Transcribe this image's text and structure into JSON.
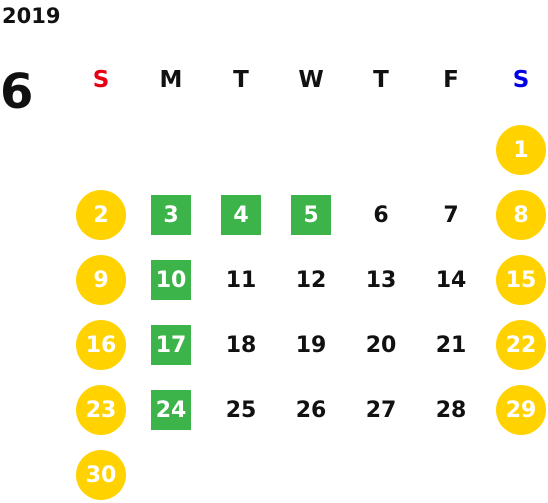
{
  "calendar": {
    "year": "2019",
    "month": "6",
    "weekdays": [
      {
        "label": "S",
        "color": "#e60012"
      },
      {
        "label": "M",
        "color": "#111111"
      },
      {
        "label": "T",
        "color": "#111111"
      },
      {
        "label": "W",
        "color": "#111111"
      },
      {
        "label": "T",
        "color": "#111111"
      },
      {
        "label": "F",
        "color": "#111111"
      },
      {
        "label": "S",
        "color": "#0000e6"
      }
    ],
    "first_weekday_index": 6,
    "days_in_month": 30,
    "highlighted_days": [
      3,
      4,
      5,
      10,
      17,
      24
    ],
    "colors": {
      "weekend_circle": "#ffd200",
      "highlight_square": "#3cb44a",
      "text": "#111111"
    }
  }
}
